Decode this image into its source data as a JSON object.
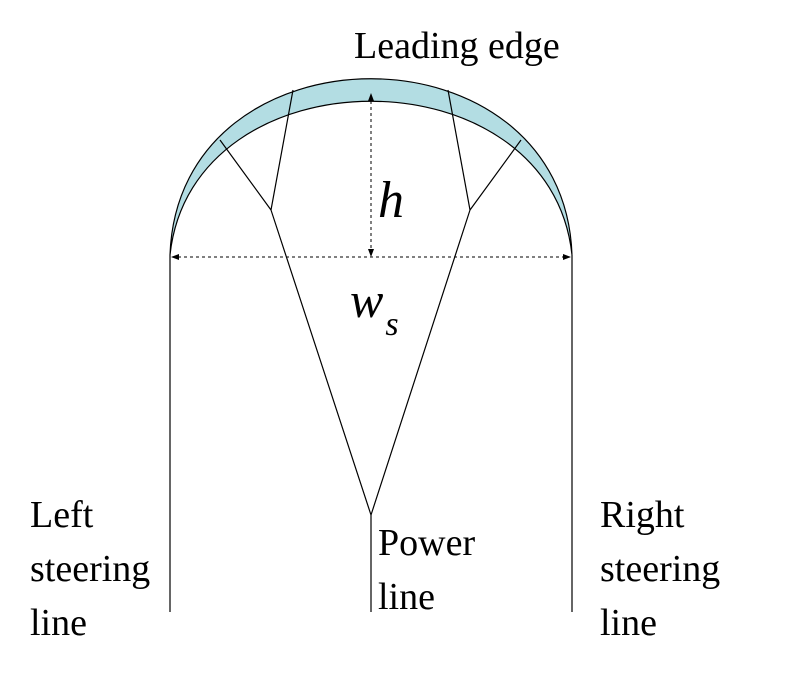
{
  "labels": {
    "leading_edge": "Leading edge",
    "height_symbol": "h",
    "width_symbol": "w",
    "width_subscript": "s",
    "left_steering": [
      "Left",
      "steering",
      "line"
    ],
    "power": [
      "Power",
      "line"
    ],
    "right_steering": [
      "Right",
      "steering",
      "line"
    ]
  },
  "colors": {
    "leading_edge_fill": "#b3dde3",
    "line": "#000000"
  }
}
